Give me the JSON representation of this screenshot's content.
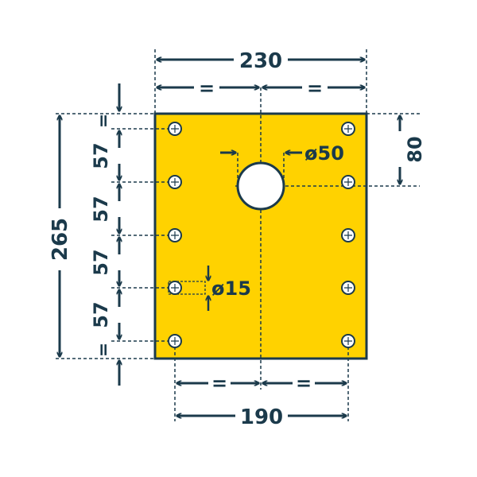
{
  "drawing": {
    "colors": {
      "plate": "#ffd200",
      "ink": "#1b3a4b",
      "background": "#ffffff"
    },
    "plate": {
      "width_mm": 230,
      "height_mm": 265
    },
    "labels": {
      "overall_width": "230",
      "equal_top_left": "=",
      "equal_top_right": "=",
      "overall_height": "265",
      "equal_left_top": "=",
      "pitch_1": "57",
      "pitch_2": "57",
      "pitch_3": "57",
      "pitch_4": "57",
      "equal_left_bottom": "=",
      "center_hole_offset": "80",
      "center_hole_diameter": "ø50",
      "bolt_hole_diameter": "ø15",
      "equal_bottom_left": "=",
      "equal_bottom_right": "=",
      "bolt_spacing": "190"
    }
  }
}
